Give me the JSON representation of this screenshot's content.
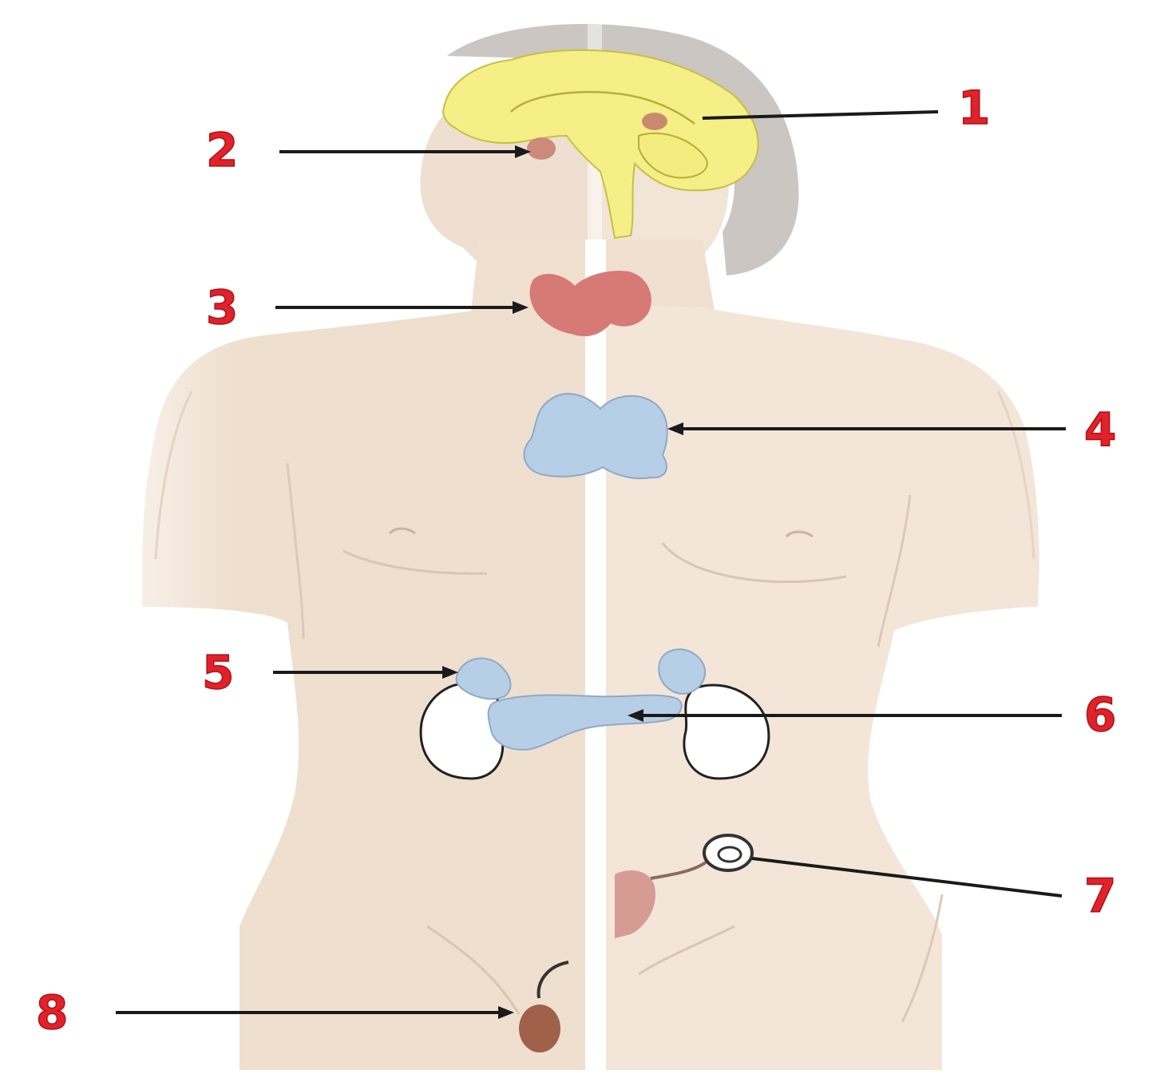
{
  "diagram": {
    "labels": [
      {
        "id": "label-1",
        "text": "1"
      },
      {
        "id": "label-2",
        "text": "2"
      },
      {
        "id": "label-3",
        "text": "3"
      },
      {
        "id": "label-4",
        "text": "4"
      },
      {
        "id": "label-5",
        "text": "5"
      },
      {
        "id": "label-6",
        "text": "6"
      },
      {
        "id": "label-7",
        "text": "7"
      },
      {
        "id": "label-8",
        "text": "8"
      }
    ],
    "colors": {
      "label_red": "#e0222a",
      "skin": "#f4e4d4",
      "skin_shadow": "#e8d6c4",
      "hair": "#c9c4c0",
      "brain_yellow": "#f6f08a",
      "thyroid_red": "#d77a76",
      "gland_blue": "#b6cfe6",
      "kidney_white": "#ffffff",
      "pituitary_pink": "#cc8a7c",
      "ovary_pink": "#d69c94",
      "testis_brown": "#a0604a",
      "pointer_line": "#1a1a1a"
    }
  }
}
